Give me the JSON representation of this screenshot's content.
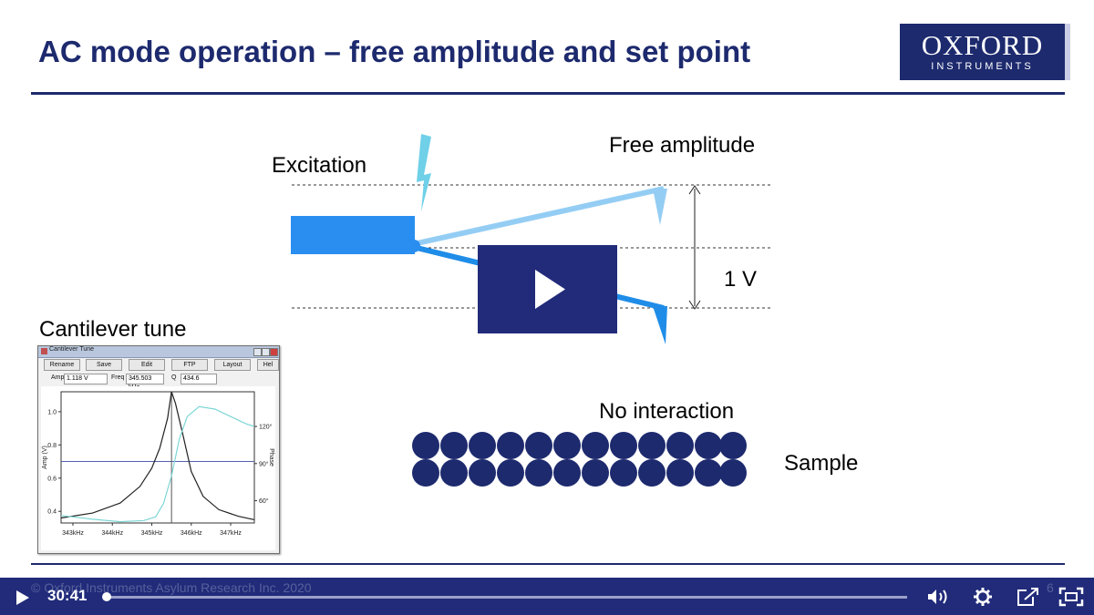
{
  "slide": {
    "title": "AC mode operation – free amplitude and set point",
    "logo_line1": "OXFORD",
    "logo_line2": "INSTRUMENTS",
    "watermark": "© Oxford Instruments Asylum Research Inc. 2020",
    "page_number": "6"
  },
  "diagram": {
    "excitation_label": "Excitation",
    "free_amplitude_label": "Free amplitude",
    "voltage_label": "1 V",
    "no_interaction_label": "No interaction",
    "sample_label": "Sample",
    "cantilever_tune_label": "Cantilever tune"
  },
  "tune_window": {
    "title": "Cantilever Tune",
    "buttons": [
      "Rename",
      "Save",
      "Edit",
      "FTP",
      "Layout",
      "Hel"
    ],
    "amp_label": "Amp",
    "amp_value": "1.118 V",
    "freq_label": "Freq",
    "freq_value": "345.503 kHz",
    "q_label": "Q",
    "q_value": "434.6"
  },
  "chart_data": {
    "type": "line",
    "xlabel": "",
    "ylabel": "Amp (V)",
    "y2label": "Phase",
    "x_ticks": [
      "343kHz",
      "344kHz",
      "345kHz",
      "346kHz",
      "347kHz"
    ],
    "y_ticks": [
      "0.4",
      "0.6",
      "0.8",
      "1.0"
    ],
    "y2_ticks": [
      "60°",
      "90°",
      "120°"
    ],
    "xlim": [
      342.7,
      347.6
    ],
    "ylim": [
      0.33,
      1.12
    ],
    "y2lim": [
      42,
      148
    ],
    "series": [
      {
        "name": "",
        "color": "#222222",
        "x": [
          342.7,
          343.5,
          344.2,
          344.7,
          345.0,
          345.2,
          345.4,
          345.5,
          345.6,
          345.8,
          346.0,
          346.3,
          346.7,
          347.2,
          347.6
        ],
        "y": [
          0.36,
          0.39,
          0.45,
          0.55,
          0.66,
          0.78,
          0.96,
          1.12,
          1.05,
          0.85,
          0.64,
          0.49,
          0.41,
          0.37,
          0.35
        ]
      },
      {
        "name": "",
        "color": "#7fd6d6",
        "axis": "y2",
        "x": [
          342.7,
          343.5,
          344.2,
          344.8,
          345.1,
          345.3,
          345.5,
          345.7,
          345.9,
          346.2,
          346.6,
          347.0,
          347.4,
          347.6
        ],
        "y": [
          48,
          45,
          43,
          44,
          47,
          58,
          80,
          110,
          128,
          136,
          134,
          128,
          122,
          120
        ]
      }
    ],
    "reference_lines": {
      "horizontal_y": 0.7,
      "vertical_x": 345.5
    }
  },
  "player": {
    "time": "30:41",
    "progress_fraction": 0.0,
    "accent": "#212b7a",
    "icons": [
      "play-icon",
      "volume-icon",
      "settings-icon",
      "share-icon",
      "fullscreen-icon"
    ]
  }
}
